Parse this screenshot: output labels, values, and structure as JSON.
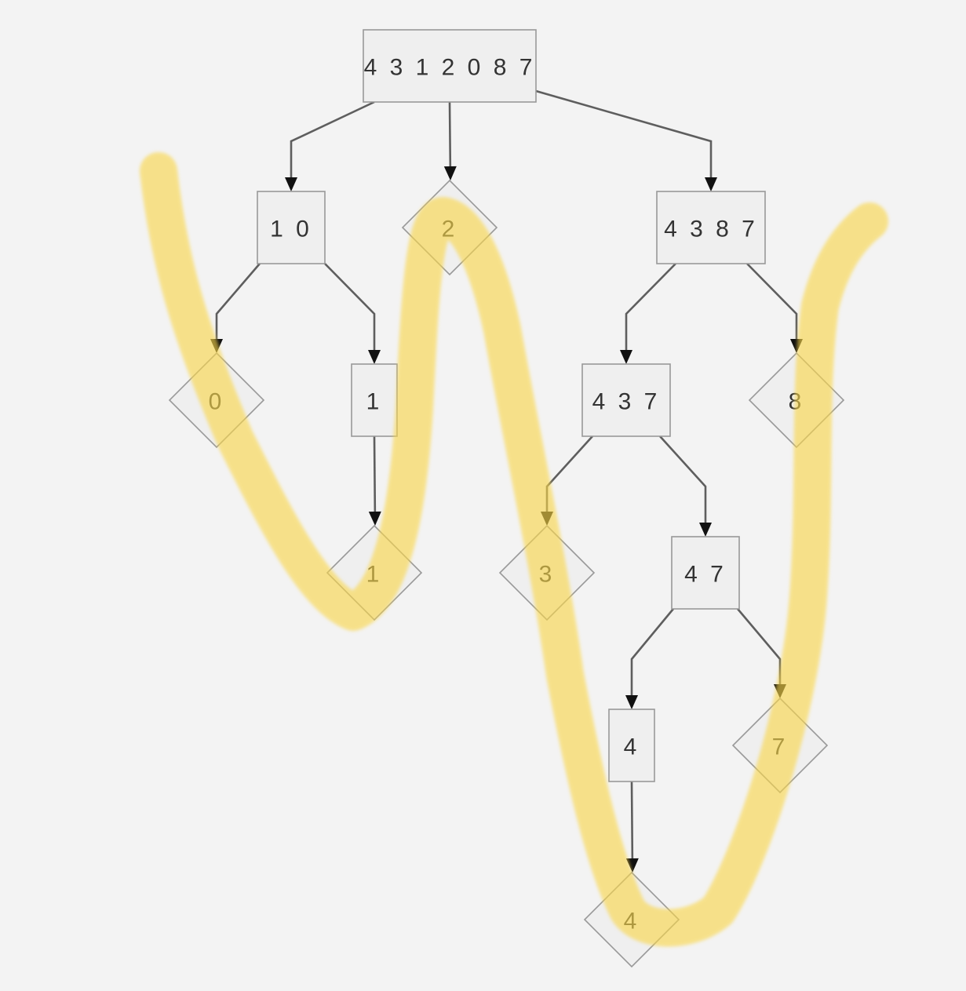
{
  "colors": {
    "background": "#f3f3f3",
    "node_fill": "#efefef",
    "node_stroke": "#999999",
    "edge": "#5e5e5e",
    "arrow": "#111111",
    "text": "#333333",
    "highlight": "#f9d648"
  },
  "nodes": [
    {
      "id": "root",
      "label": "4 3 1 2 0 8 7",
      "shape": "rect"
    },
    {
      "id": "n10",
      "label": "1 0",
      "shape": "rect"
    },
    {
      "id": "p2",
      "label": "2",
      "shape": "diamond"
    },
    {
      "id": "n4387",
      "label": "4 3 8 7",
      "shape": "rect"
    },
    {
      "id": "p0",
      "label": "0",
      "shape": "diamond"
    },
    {
      "id": "n1",
      "label": "1",
      "shape": "rect"
    },
    {
      "id": "n437",
      "label": "4 3 7",
      "shape": "rect"
    },
    {
      "id": "p8",
      "label": "8",
      "shape": "diamond"
    },
    {
      "id": "p1",
      "label": "1",
      "shape": "diamond"
    },
    {
      "id": "p3",
      "label": "3",
      "shape": "diamond"
    },
    {
      "id": "n47",
      "label": "4 7",
      "shape": "rect"
    },
    {
      "id": "n4",
      "label": "4",
      "shape": "rect"
    },
    {
      "id": "p7",
      "label": "7",
      "shape": "diamond"
    },
    {
      "id": "p4",
      "label": "4",
      "shape": "diamond"
    }
  ],
  "edges": [
    {
      "from": "root",
      "to": "n10"
    },
    {
      "from": "root",
      "to": "p2"
    },
    {
      "from": "root",
      "to": "n4387"
    },
    {
      "from": "n10",
      "to": "p0"
    },
    {
      "from": "n10",
      "to": "n1"
    },
    {
      "from": "n1",
      "to": "p1"
    },
    {
      "from": "n4387",
      "to": "n437"
    },
    {
      "from": "n4387",
      "to": "p8"
    },
    {
      "from": "n437",
      "to": "p3"
    },
    {
      "from": "n437",
      "to": "n47"
    },
    {
      "from": "n47",
      "to": "n4"
    },
    {
      "from": "n47",
      "to": "p7"
    },
    {
      "from": "n4",
      "to": "p4"
    }
  ],
  "highlight_path": "yellow-marker-stroke"
}
